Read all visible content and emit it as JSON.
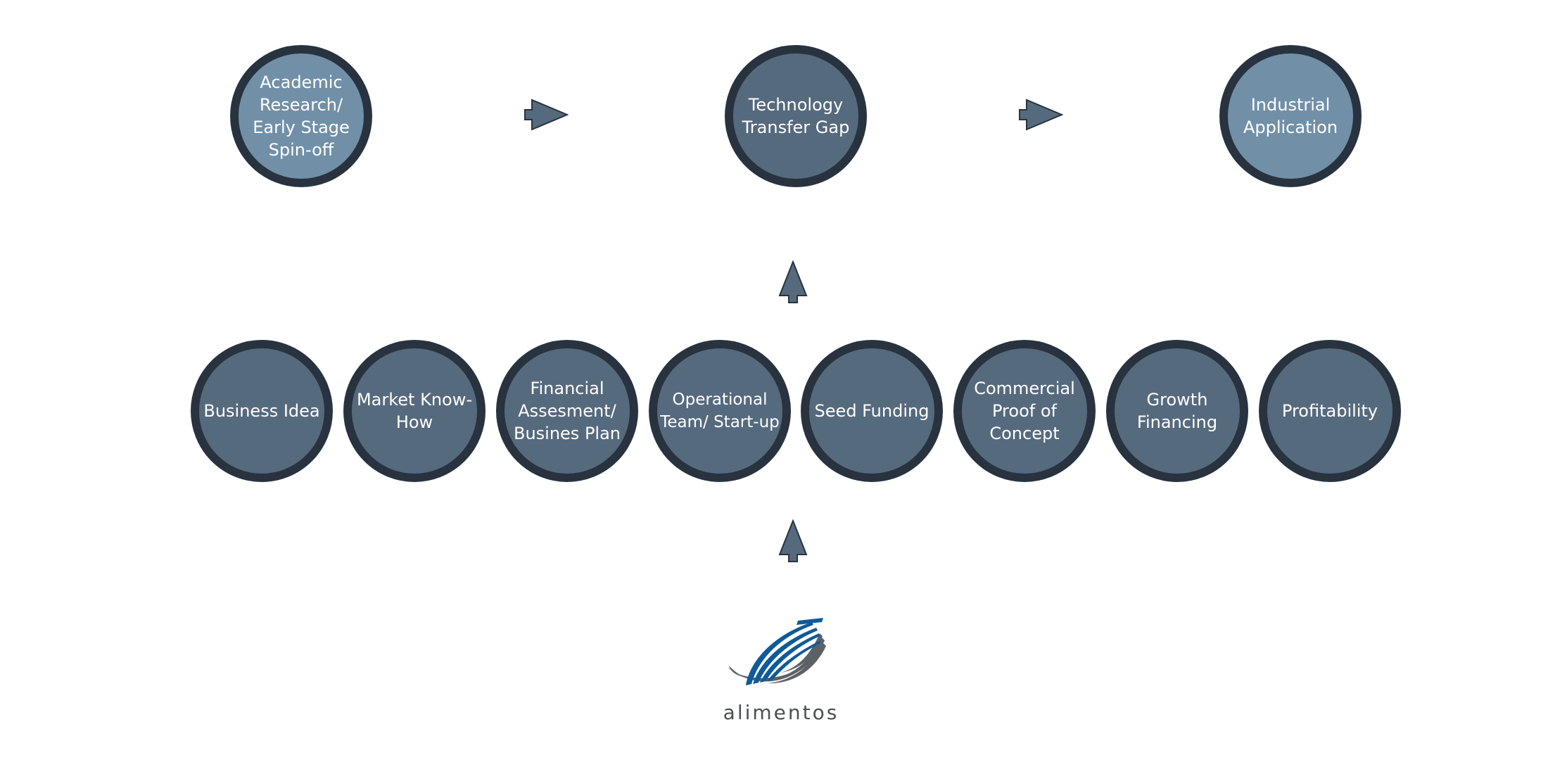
{
  "colors": {
    "ring": "#28333f",
    "dark_fill": "#566a7e",
    "light_fill": "#7190a8",
    "arrow_fill": "#566a7e",
    "arrow_stroke": "#28333f",
    "logo_blue": "#0e5a9a",
    "logo_gray": "#5d6165"
  },
  "top_row": [
    {
      "id": "academic",
      "label": "Academic\nResearch/\nEarly Stage\nSpin-off",
      "fill": "light"
    },
    {
      "id": "gap",
      "label": "Technology\nTransfer Gap",
      "fill": "dark"
    },
    {
      "id": "industrial",
      "label": "Industrial\nApplication",
      "fill": "light"
    }
  ],
  "bottom_row": [
    {
      "id": "business-idea",
      "label": "Business Idea"
    },
    {
      "id": "market-know-how",
      "label": "Market Know-\nHow"
    },
    {
      "id": "financial-assesment",
      "label": "Financial\nAssesment/\nBusines Plan"
    },
    {
      "id": "operational-team",
      "label": "Operational\nTeam/ Start-up"
    },
    {
      "id": "seed-funding",
      "label": "Seed Funding"
    },
    {
      "id": "commercial-proof",
      "label": "Commercial\nProof of\nConcept"
    },
    {
      "id": "growth-financing",
      "label": "Growth\nFinancing"
    },
    {
      "id": "profitability",
      "label": "Profitability"
    }
  ],
  "icons": {
    "right_arrow": "arrow-right-icon",
    "up_arrow": "arrow-up-icon",
    "logo": "alimentos-logo-icon"
  },
  "logo": {
    "text": "alimentos"
  }
}
